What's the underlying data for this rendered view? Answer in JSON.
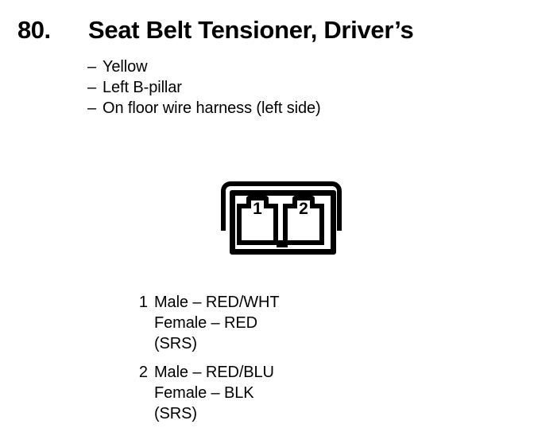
{
  "header": {
    "item_number": "80.",
    "title": "Seat Belt Tensioner, Driver’s"
  },
  "attributes": [
    {
      "dash": "–",
      "text": "Yellow"
    },
    {
      "dash": "–",
      "text": "Left B-pillar"
    },
    {
      "dash": "–",
      "text": "On floor wire harness (left side)"
    }
  ],
  "connector": {
    "cavities": [
      {
        "number": "1"
      },
      {
        "number": "2"
      }
    ]
  },
  "legend": [
    {
      "pin": "1",
      "lines": [
        "Male – RED/WHT",
        "Female – RED",
        "(SRS)"
      ]
    },
    {
      "pin": "2",
      "lines": [
        "Male – RED/BLU",
        "Female – BLK",
        "(SRS)"
      ]
    }
  ],
  "colors": {
    "ink": "#000000",
    "page": "#ffffff"
  }
}
